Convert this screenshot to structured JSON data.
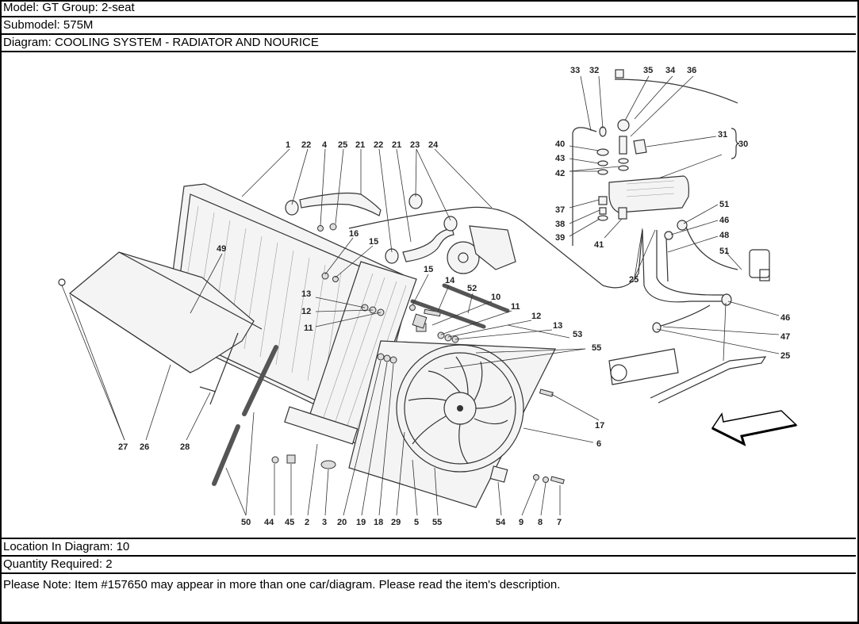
{
  "header": {
    "model": "Model: GT Group: 2-seat",
    "submodel": "Submodel: 575M",
    "diagram": "Diagram: COOLING SYSTEM - RADIATOR AND NOURICE"
  },
  "diagram": {
    "title": "COOLING SYSTEM - RADIATOR AND NOURICE",
    "callouts": [
      "1",
      "2",
      "3",
      "4",
      "5",
      "6",
      "7",
      "8",
      "9",
      "10",
      "11",
      "12",
      "13",
      "14",
      "15",
      "16",
      "17",
      "18",
      "19",
      "20",
      "21",
      "22",
      "23",
      "24",
      "25",
      "26",
      "27",
      "28",
      "29",
      "30",
      "31",
      "32",
      "33",
      "34",
      "35",
      "36",
      "37",
      "38",
      "39",
      "40",
      "41",
      "42",
      "43",
      "44",
      "45",
      "46",
      "47",
      "48",
      "49",
      "50",
      "51",
      "52",
      "53",
      "54",
      "55"
    ],
    "labels": {
      "l1": "1",
      "l22a": "22",
      "l4": "4",
      "l25a": "25",
      "l21a": "21",
      "l22b": "22",
      "l21b": "21",
      "l23": "23",
      "l24": "24",
      "l16": "16",
      "l15a": "15",
      "l15b": "15",
      "l14": "14",
      "l52": "52",
      "l10": "10",
      "l13a": "13",
      "l12a": "12",
      "l11a": "11",
      "l11b": "11",
      "l12b": "12",
      "l13b": "13",
      "l53": "53",
      "l55a": "55",
      "l17": "17",
      "l6": "6",
      "l49": "49",
      "l27": "27",
      "l26": "26",
      "l28": "28",
      "l50": "50",
      "l44": "44",
      "l45": "45",
      "l2": "2",
      "l3": "3",
      "l20": "20",
      "l19": "19",
      "l18": "18",
      "l29": "29",
      "l5": "5",
      "l55b": "55",
      "l54": "54",
      "l9": "9",
      "l8": "8",
      "l7": "7",
      "l33": "33",
      "l32": "32",
      "l35": "35",
      "l34": "34",
      "l36": "36",
      "l31": "31",
      "l30": "30",
      "l40": "40",
      "l43": "43",
      "l42": "42",
      "l37": "37",
      "l38": "38",
      "l39": "39",
      "l41": "41",
      "l51a": "51",
      "l46a": "46",
      "l48": "48",
      "l51b": "51",
      "l25b": "25",
      "l46b": "46",
      "l47": "47",
      "l25c": "25"
    }
  },
  "footer": {
    "location": "Location In Diagram: 10",
    "quantity": "Quantity Required: 2",
    "note": "Please Note: Item #157650 may appear in more than one car/diagram. Please read the item's description."
  }
}
